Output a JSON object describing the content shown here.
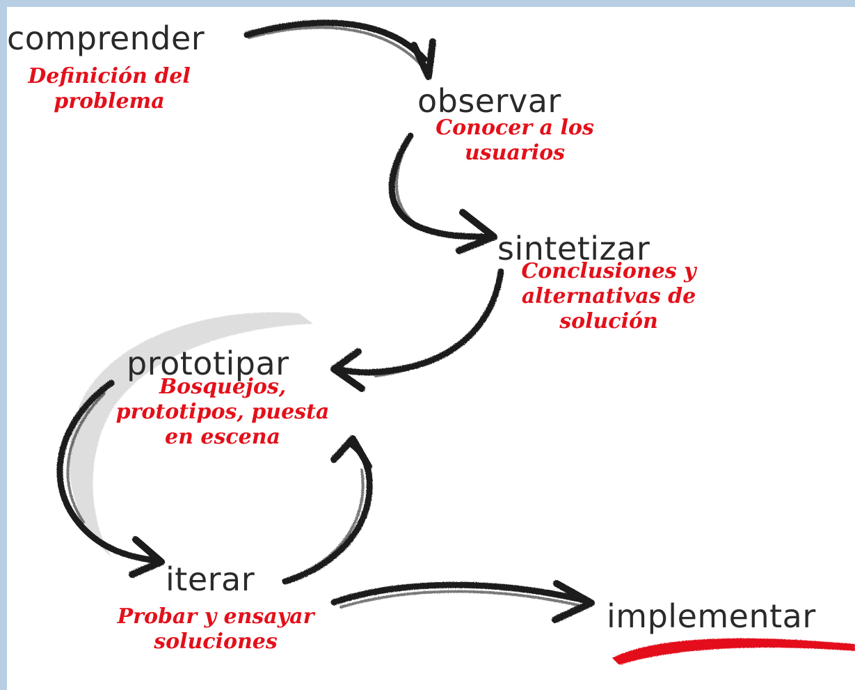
{
  "stages": {
    "comprender": "comprender",
    "observar": "observar",
    "sintetizar": "sintetizar",
    "prototipar": "prototipar",
    "iterar": "iterar",
    "implementar": "implementar"
  },
  "notes": {
    "comprender": [
      "Definición del",
      "problema"
    ],
    "observar": [
      "Conocer a los",
      "usuarios"
    ],
    "sintetizar": [
      "Conclusiones y",
      "alternativas de",
      "solución"
    ],
    "prototipar": [
      "Bosquejos,",
      "prototipos, puesta",
      "en escena"
    ],
    "iterar": [
      "Probar y ensayar",
      "soluciones"
    ]
  },
  "colors": {
    "stage_text": "#2a2a2a",
    "note_text": "#e3101a",
    "arrow": "#1a1a1a",
    "frame": "#b8cfe3",
    "underline": "#e3101a"
  },
  "icons": [
    "hand-drawn-arrow-icon",
    "brush-underline-icon",
    "gray-brush-swoosh-icon"
  ]
}
